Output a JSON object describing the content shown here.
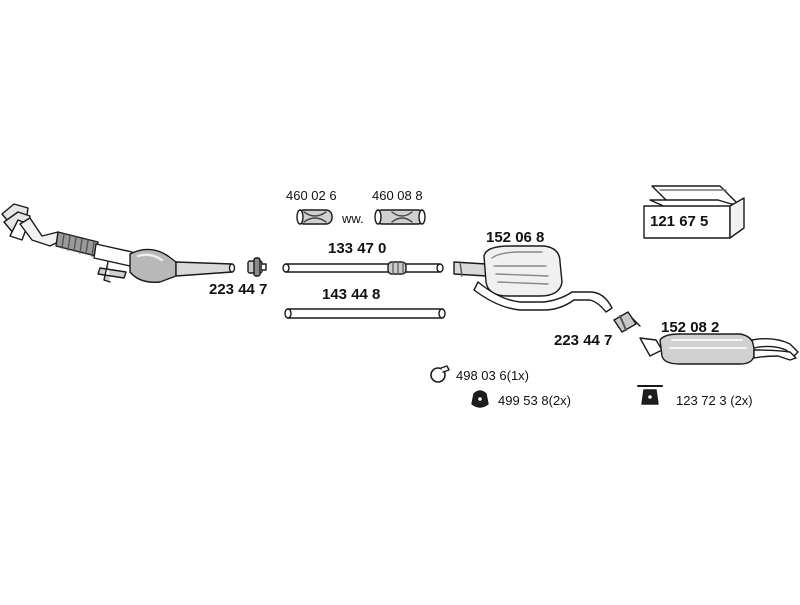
{
  "diagram": {
    "parts": {
      "clamp_front": "223 44 7",
      "flex_460026": "460 02 6",
      "flex_460088": "460 08 8",
      "alt_marker": "ww.",
      "pipe_133470": "133 47 0",
      "pipe_143448": "143 44 8",
      "middle_silencer": "152 06 8",
      "clamp_rear": "223 44 7",
      "rear_silencer": "152 08 2",
      "kit_box": "121 67 5",
      "clamp_ring": "498 03 6",
      "clamp_ring_qty": "(1x)",
      "rubber_mount": "499 53 8",
      "rubber_mount_qty": "(2x)",
      "hanger": "123 72 3",
      "hanger_qty": "(2x)"
    }
  }
}
